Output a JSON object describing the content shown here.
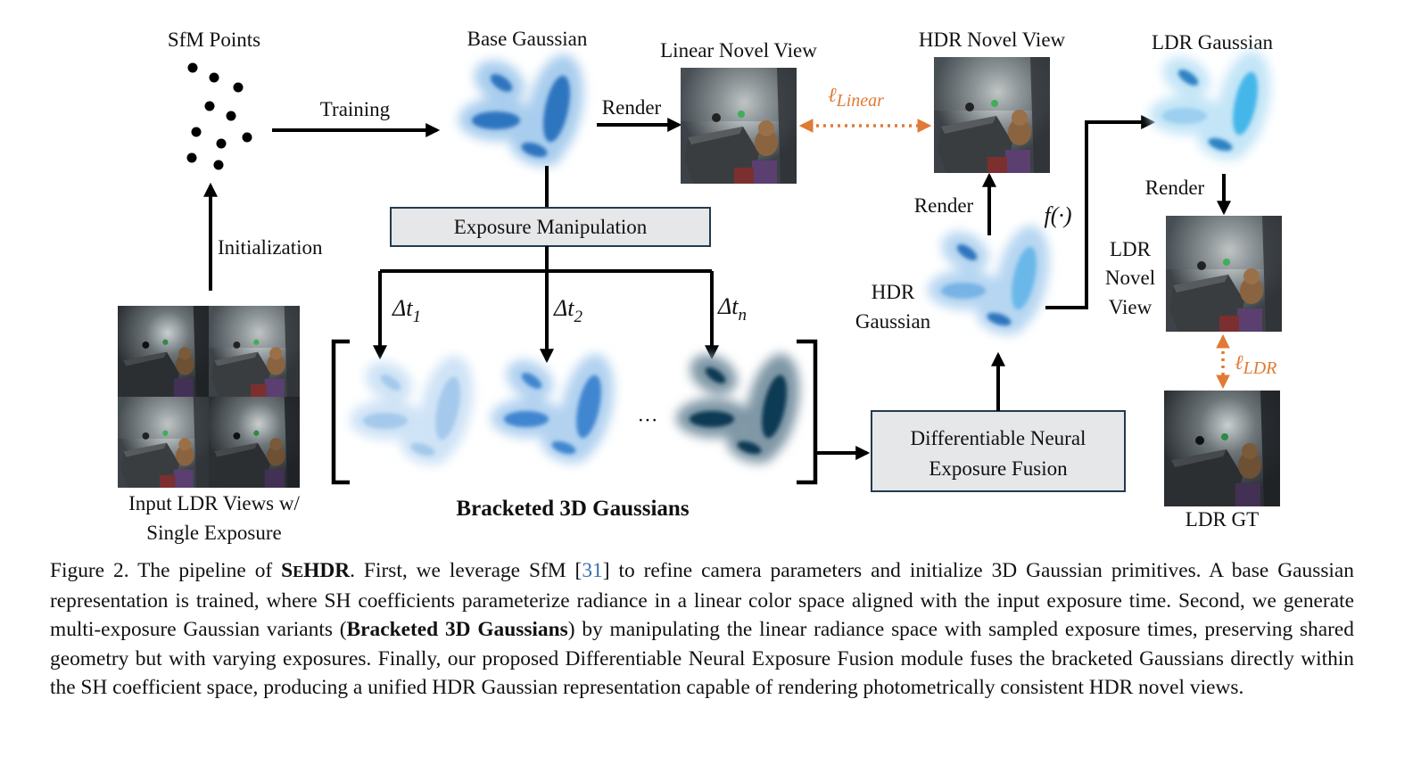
{
  "figure": {
    "sfm_points_label": "SfM Points",
    "training_label": "Training",
    "initialization_label": "Initialization",
    "input_label_line1": "Input LDR Views w/",
    "input_label_line2": "Single Exposure",
    "base_gaussian_label": "Base Gaussian",
    "render_label_1": "Render",
    "linear_novel_view_label": "Linear Novel View",
    "loss_linear": {
      "symbol": "ℓ",
      "subscript": "Linear"
    },
    "hdr_novel_view_label": "HDR Novel View",
    "render_label_2": "Render",
    "hdr_gaussian_line1": "HDR",
    "hdr_gaussian_line2": "Gaussian",
    "f_label": "f(·)",
    "ldr_gaussian_label": "LDR Gaussian",
    "render_label_3": "Render",
    "ldr_novel_view_line1": "LDR",
    "ldr_novel_view_line2": "Novel",
    "ldr_novel_view_line3": "View",
    "loss_ldr": {
      "symbol": "ℓ",
      "subscript": "LDR"
    },
    "ldr_gt_label": "LDR GT",
    "exposure_manipulation_label": "Exposure Manipulation",
    "delta_t1": {
      "base": "Δt",
      "sub": "1"
    },
    "delta_t2": {
      "base": "Δt",
      "sub": "2"
    },
    "delta_tn": {
      "base": "Δt",
      "sub": "n"
    },
    "ellipsis": "···",
    "bracketed_label": "Bracketed 3D Gaussians",
    "dnef_line1": "Differentiable Neural",
    "dnef_line2": "Exposure Fusion",
    "colors": {
      "orange": "#e07a35",
      "box_fill": "#e6e7e9",
      "box_stroke": "#233a4f",
      "gaussian_mid": "#2f74bf",
      "gaussian_light": "#78b3e6",
      "gaussian_dark": "#0e3a55",
      "gaussian_cyan": "#45b6ea"
    }
  },
  "caption": {
    "fig_label": "Figure 2. The pipeline of ",
    "method_first": "S",
    "method_small": "E",
    "method_rest": "HDR",
    "part1": ". First, we leverage SfM [",
    "cite": "31",
    "part2": "] to refine camera parameters and initialize 3D Gaussian primitives. A base Gaussian representation is trained, where SH coefficients parameterize radiance in a linear color space aligned with the input exposure time. Second, we generate multi-exposure Gaussian variants (",
    "bold_term": "Bracketed 3D Gaussians",
    "part3": ") by manipulating the linear radiance space with sampled exposure times, preserving shared geometry but with varying exposures. Finally, our proposed Differentiable Neural Exposure Fusion module fuses the bracketed Gaussians directly within the SH coefficient space, producing a unified HDR Gaussian representation capable of rendering photometrically consistent HDR novel views."
  }
}
